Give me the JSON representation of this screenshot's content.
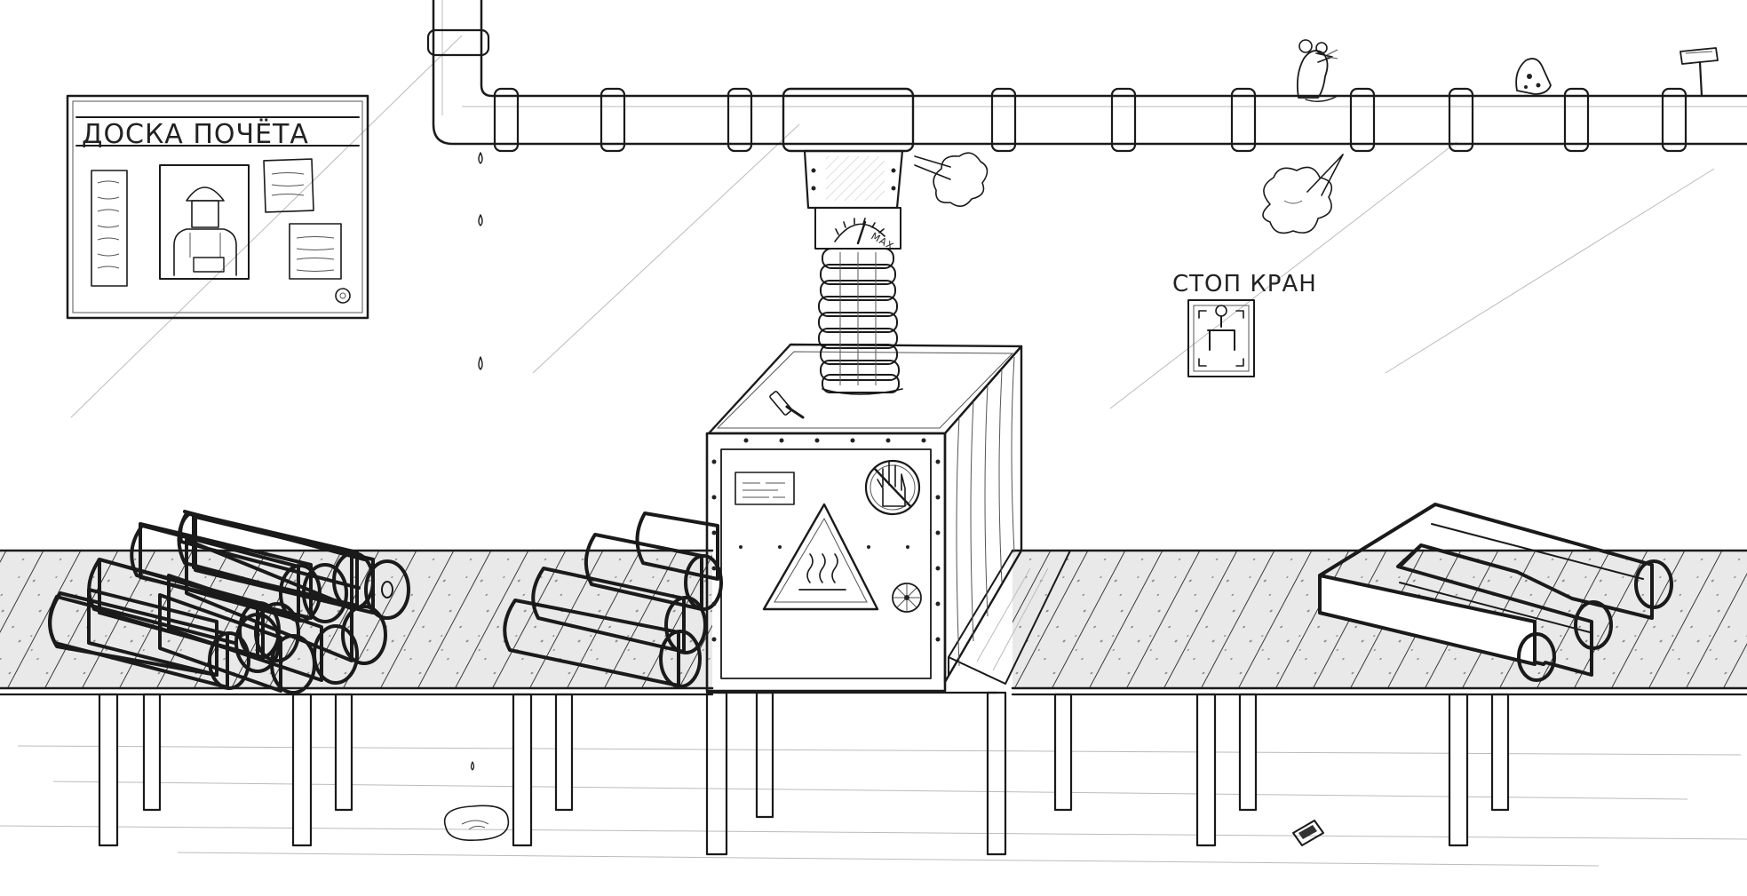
{
  "scene": {
    "board_title": "ДОСКА ПОЧЁТА",
    "stop_label": "СТОП КРАН",
    "gauge_label": "MAX",
    "icons": [
      "hand-prohibition-icon",
      "hot-surface-warning-icon",
      "fan-icon",
      "rat-icon",
      "cheese-icon",
      "sign-icon"
    ]
  }
}
